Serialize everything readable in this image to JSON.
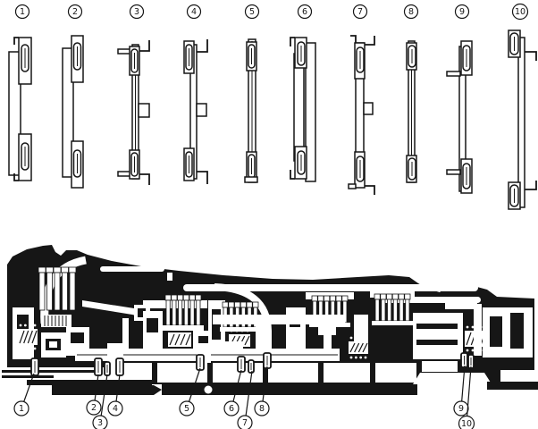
{
  "colors": {
    "ink": "#161616",
    "paper": "#ffffff"
  },
  "top_parts": {
    "items": [
      {
        "label": "1"
      },
      {
        "label": "2"
      },
      {
        "label": "3"
      },
      {
        "label": "4"
      },
      {
        "label": "5"
      },
      {
        "label": "6"
      },
      {
        "label": "7"
      },
      {
        "label": "8"
      },
      {
        "label": "9"
      },
      {
        "label": "10"
      }
    ]
  },
  "callouts": {
    "items": [
      {
        "label": "1"
      },
      {
        "label": "2"
      },
      {
        "label": "3"
      },
      {
        "label": "4"
      },
      {
        "label": "5"
      },
      {
        "label": "6"
      },
      {
        "label": "7"
      },
      {
        "label": "8"
      },
      {
        "label": "9"
      },
      {
        "label": "10"
      }
    ]
  }
}
